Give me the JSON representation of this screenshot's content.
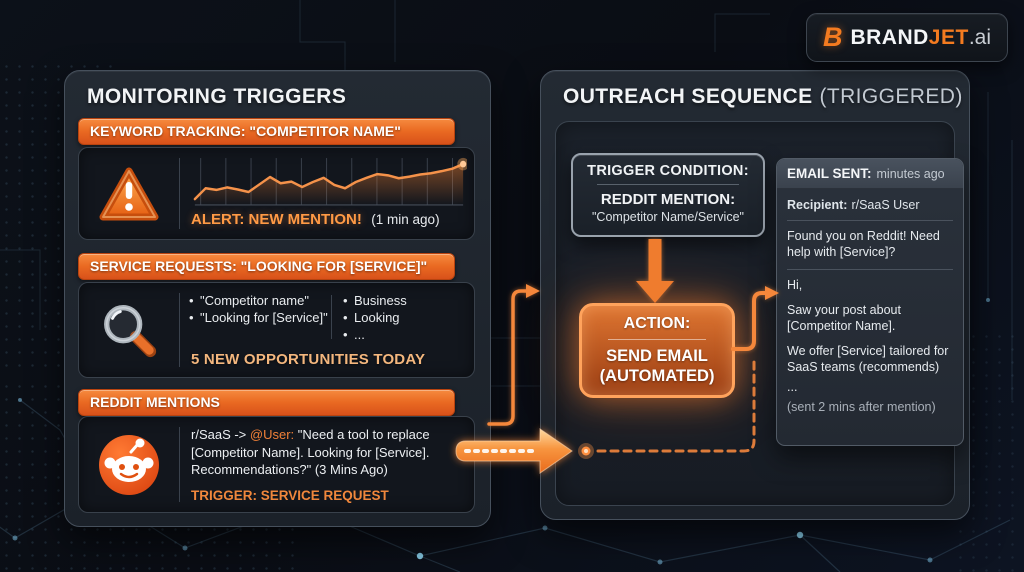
{
  "brand": {
    "monogram": "B",
    "name_primary": "BRAND",
    "name_secondary": "JET",
    "name_suffix": ".ai"
  },
  "colors": {
    "accent": "#EE7A26",
    "accent_bright": "#FFA35C",
    "panel": "#1E242D",
    "background": "#0A0E15",
    "alert_text": "#FF9A45",
    "muted_text": "#AAB1BA"
  },
  "icons": {
    "logo": "brandjet-monogram",
    "keyword_card": "warning-triangle",
    "service_card": "magnifier",
    "reddit_card": "reddit-alien",
    "flow": "orange-arrow-connectors"
  },
  "left_panel": {
    "title": "MONITORING TRIGGERS",
    "keyword_section": {
      "header": "KEYWORD TRACKING: \"COMPETITOR NAME\"",
      "alert_text": "ALERT: NEW MENTION!",
      "alert_time": "(1 min ago)"
    },
    "service_section": {
      "header": "SERVICE REQUESTS: \"LOOKING FOR [SERVICE]\"",
      "bullets_col1": [
        "\"Competitor name\"",
        "\"Looking for [Service]\""
      ],
      "bullets_col2": [
        "Business",
        "Looking",
        "..."
      ],
      "footer": "5 NEW OPPORTUNITIES TODAY"
    },
    "reddit_section": {
      "header": "REDDIT MENTIONS",
      "mention_prefix": "r/SaaS -> ",
      "mention_user": "@User:",
      "mention_text": " \"Need a tool to replace [Competitor Name]. Looking for [Service]. Recommendations?\" (3 Mins Ago)",
      "trigger_label": "TRIGGER: SERVICE REQUEST"
    }
  },
  "right_panel": {
    "title_main": "OUTREACH SEQUENCE",
    "title_suffix": "(TRIGGERED)",
    "trigger_box": {
      "title": "TRIGGER CONDITION:",
      "line1": "REDDIT MENTION:",
      "line2": "\"Competitor Name/Service\""
    },
    "action_box": {
      "title": "ACTION:",
      "line1": "SEND EMAIL",
      "line2": "(AUTOMATED)"
    },
    "email_box": {
      "header_label": "EMAIL SENT:",
      "header_time": "minutes ago",
      "recipient_label": "Recipient:",
      "recipient_value": "r/SaaS User",
      "subject": "Found you on Reddit! Need help with [Service]?",
      "body_lines": [
        "Hi,",
        "Saw your post about [Competitor Name].",
        "We offer [Service] tailored for SaaS teams (recommends)",
        "...",
        "(sent 2 mins after mention)"
      ]
    }
  },
  "chart_data": {
    "type": "line",
    "title": "Keyword mention volume sparkline (axes unlabeled)",
    "x": "time (unlabeled ticks, 11 vertical gridlines)",
    "values": [
      9,
      35,
      31,
      37,
      32,
      26,
      44,
      62,
      47,
      51,
      38,
      50,
      60,
      43,
      35,
      50,
      60,
      69,
      66,
      59,
      63,
      68,
      71,
      76,
      82,
      93
    ],
    "ylim": [
      0,
      100
    ],
    "grid": "vertical-only",
    "line_color": "#F5924A",
    "end_marker": "glowing-dot",
    "annotation": "ALERT: NEW MENTION! (1 min ago)"
  }
}
